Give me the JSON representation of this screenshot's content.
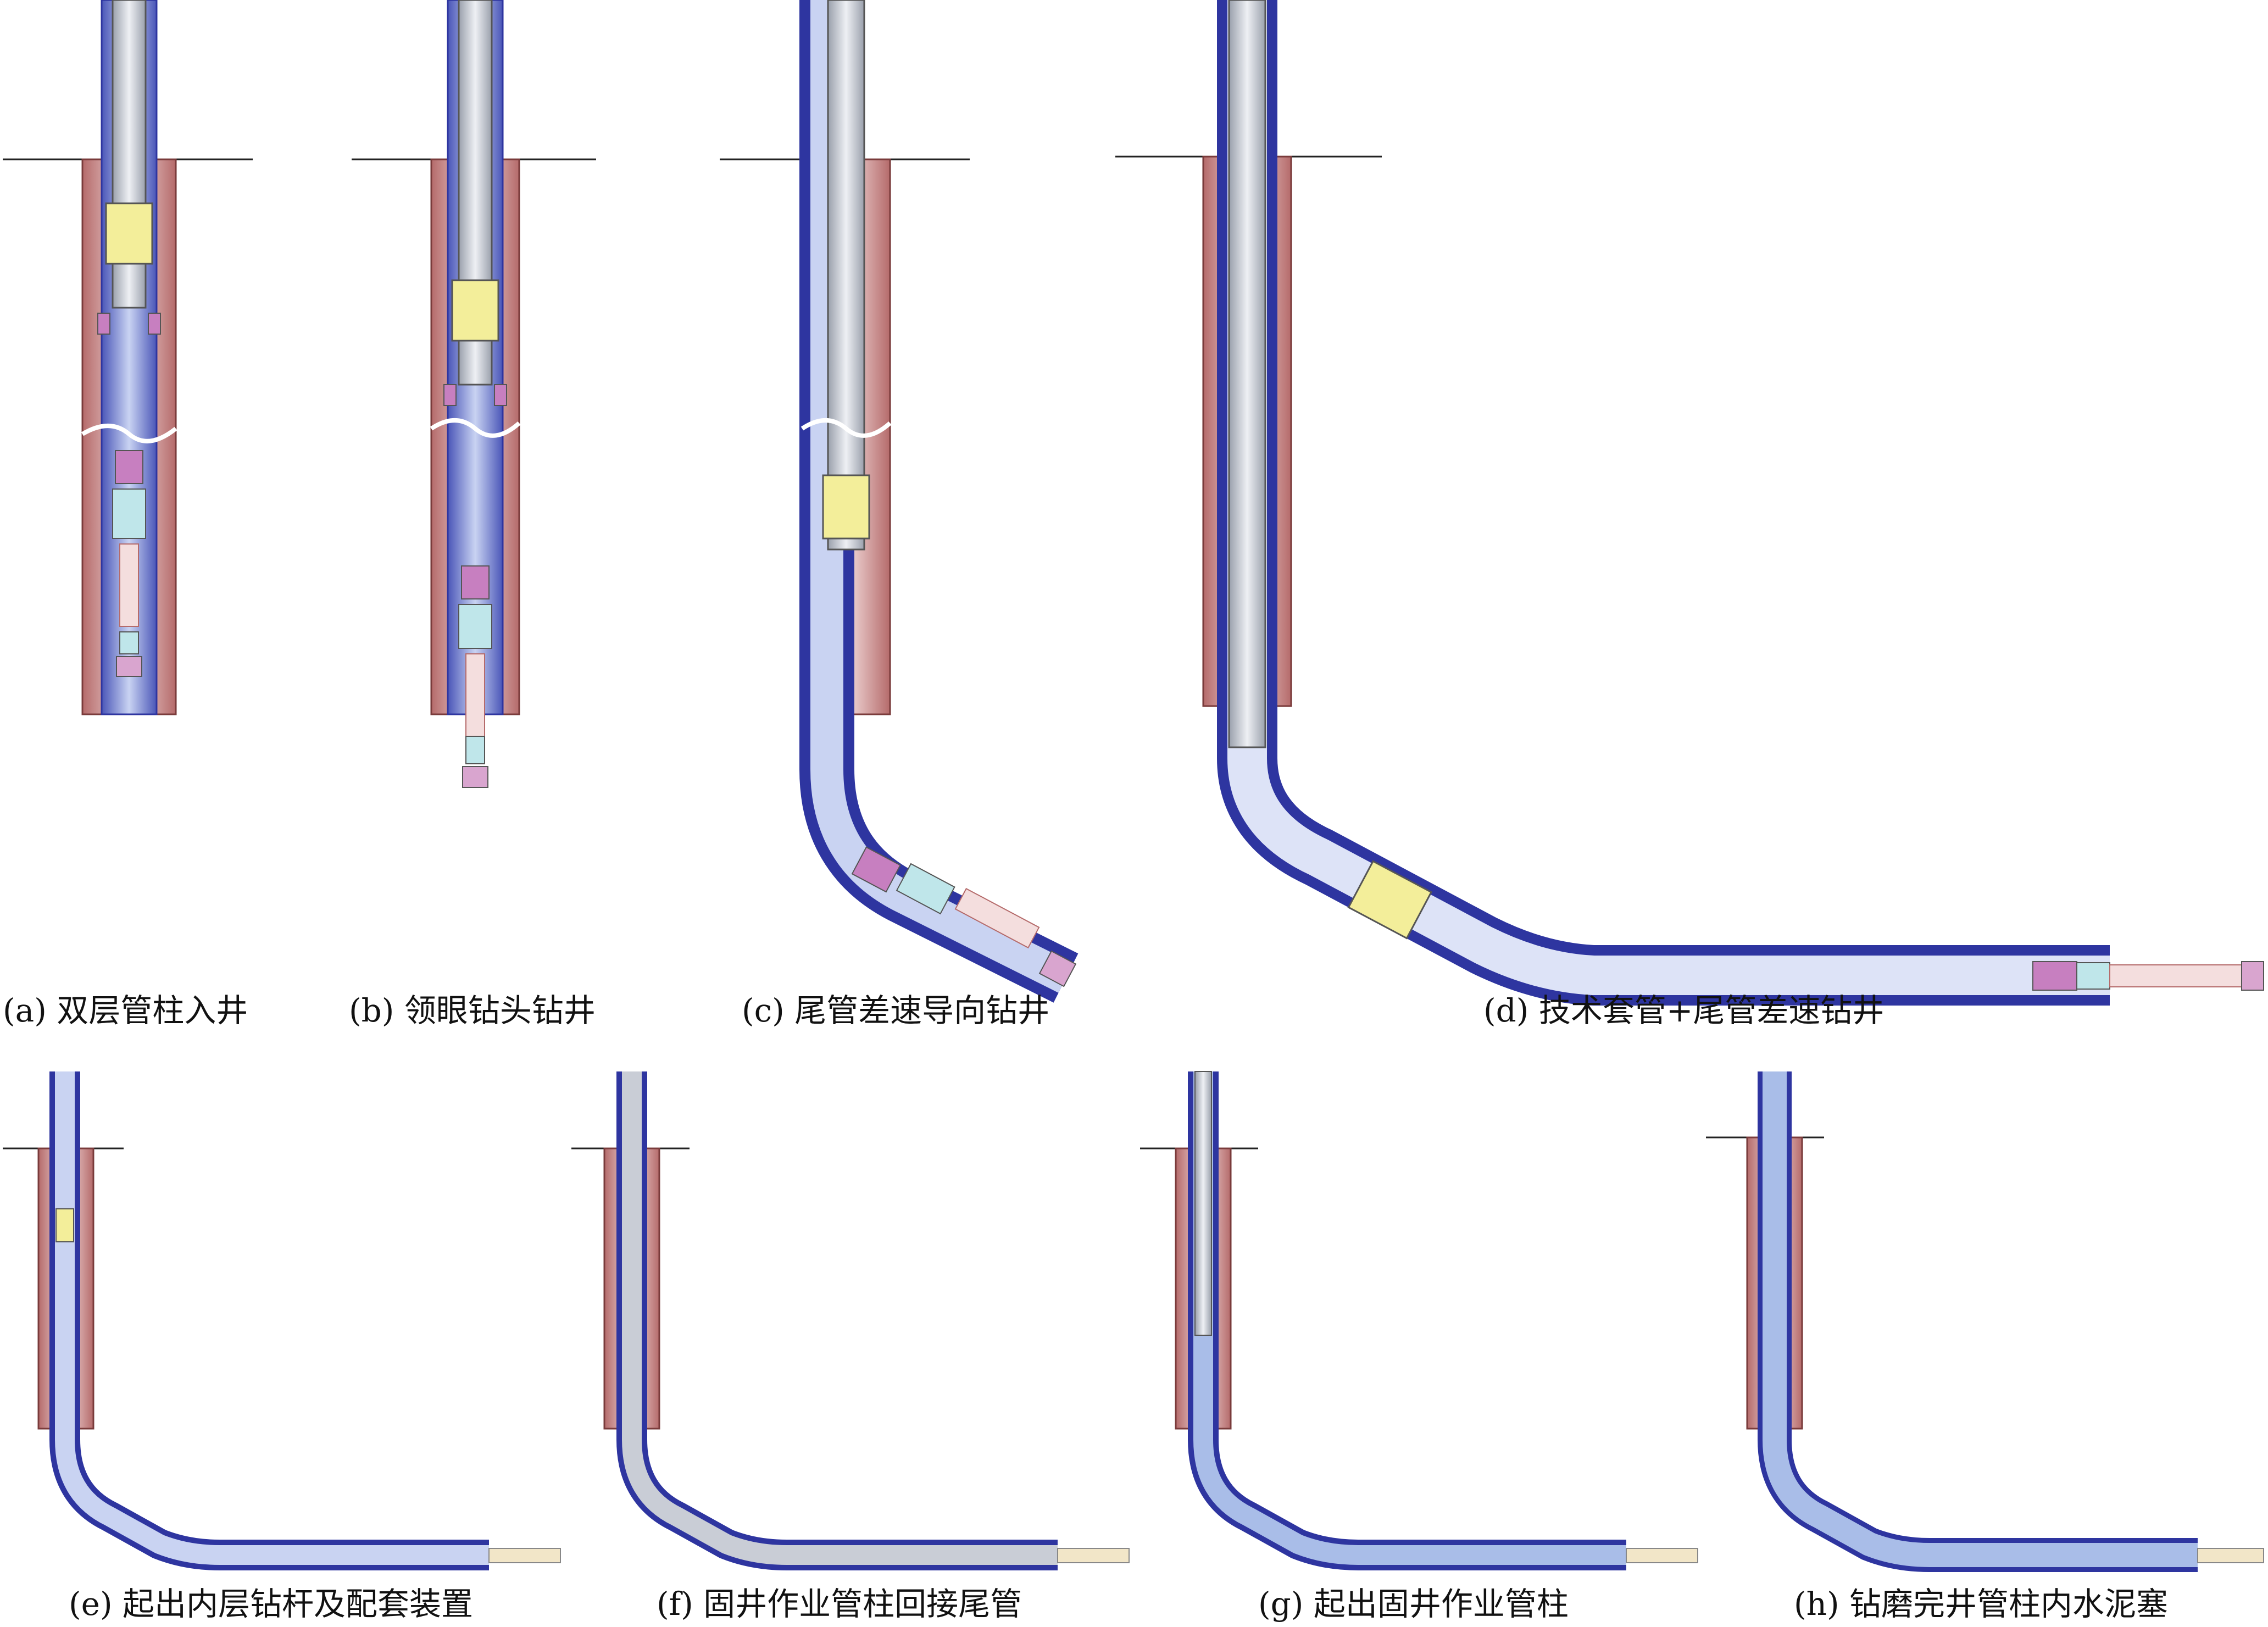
{
  "colors": {
    "tube_grey": "#c9cdd6",
    "tube_dark": "#8a8f9a",
    "casing_blue": "#7f8fd0",
    "casing_deep": "#2e35a0",
    "outer_red": "#c98a8a",
    "outer_pink": "#e8c3c3",
    "liner_yellow": "#f3ee9a",
    "tool_magenta": "#c77fc0",
    "tool_cyan": "#bfe6ea",
    "cream_sleeve": "#f2e6c8",
    "fluid_blue": "#a9bde8",
    "black": "#111111"
  },
  "panels": [
    {
      "id": "a",
      "caption": "(a) 双层管柱入井"
    },
    {
      "id": "b",
      "caption": "(b) 领眼钻头钻井"
    },
    {
      "id": "c",
      "caption": "(c) 尾管差速导向钻井"
    },
    {
      "id": "d",
      "caption": "(d) 技术套管+尾管差速钻井"
    },
    {
      "id": "e",
      "caption": "(e) 起出内层钻杆及配套装置"
    },
    {
      "id": "f",
      "caption": "(f) 固井作业管柱回接尾管"
    },
    {
      "id": "g",
      "caption": "(g) 起出固井作业管柱"
    },
    {
      "id": "h",
      "caption": "(h) 钻磨完井管柱内水泥塞"
    }
  ]
}
